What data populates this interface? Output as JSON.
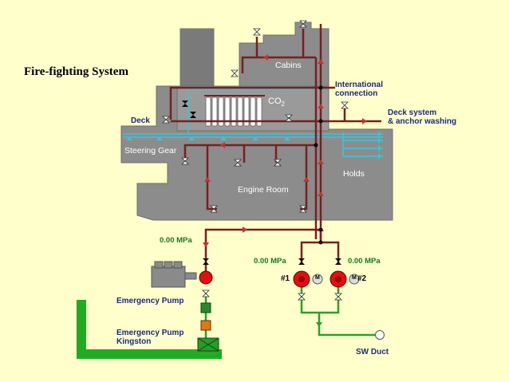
{
  "title": "Fire-fighting System",
  "labels": {
    "cabins": "Cabins",
    "co2": "CO",
    "co2_sub": "2",
    "deck": "Deck",
    "steering_gear": "Steering Gear",
    "engine_room": "Engine Room",
    "holds": "Holds",
    "international_line1": "International",
    "international_line2": "connection",
    "deck_system_line1": "Deck system",
    "deck_system_line2": "& anchor washing",
    "emergency_pump": "Emergency Pump",
    "kingston_line1": "Emergency Pump",
    "kingston_line2": "Kingston",
    "sw_duct": "SW Duct"
  },
  "pressures": {
    "emergency": "0.00 MPa",
    "pump1": "0.00 MPa",
    "pump2": "0.00 MPa"
  },
  "pumps": {
    "pump1_label": "#1",
    "pump2_label": "#2",
    "motor": "M"
  },
  "colors": {
    "background": "#ffffcc",
    "hull": "#8c8c8c",
    "fire_main": "#7a1f1f",
    "sea_water": "#2aa02a",
    "cool_lines": "#33c8e0",
    "pump": "#e01010",
    "label": "#1a2a80"
  }
}
